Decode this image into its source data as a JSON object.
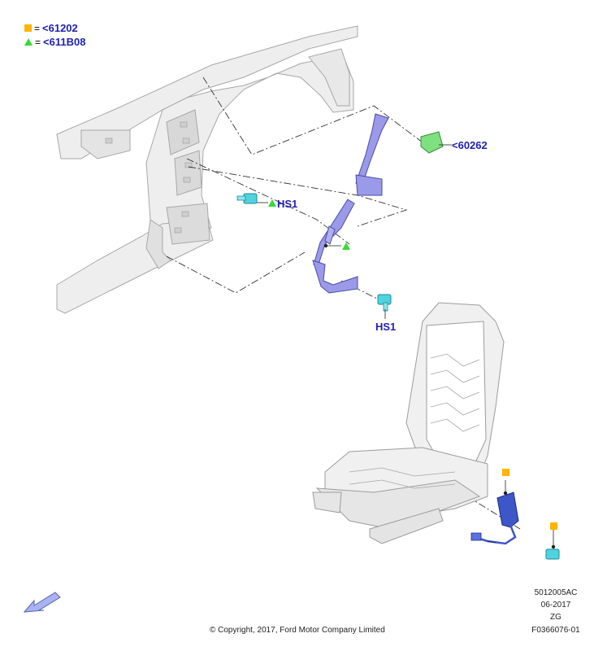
{
  "legend": [
    {
      "marker": "square",
      "marker_color": "#ffb400",
      "eq": "=",
      "label": "<61202"
    },
    {
      "marker": "triangle",
      "marker_color": "#33dd33",
      "eq": "=",
      "label": "<611B08"
    }
  ],
  "callouts": {
    "clip": "<60262",
    "bolt_upper": "HS1",
    "bolt_lower": "HS1"
  },
  "meta": {
    "part_code": "5012005AC",
    "date": "06-2017",
    "market": "ZG",
    "figure": "F0366076-01"
  },
  "copyright": "© Copyright, 2017, Ford Motor Company Limited",
  "colors": {
    "label_blue": "#1f1fb4",
    "belt_blue": "#8c8ce0",
    "bolt_cyan": "#4fd3df",
    "clip_green": "#7fe07f",
    "buckle_blue": "#3d56c8",
    "structure_grey": "#e6e6e6"
  },
  "icons": [
    "back-arrow-icon"
  ]
}
